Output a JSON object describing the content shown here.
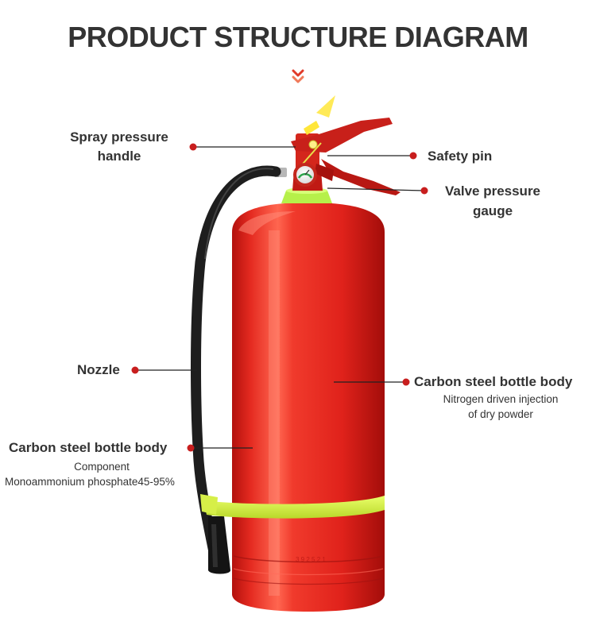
{
  "title": "PRODUCT STRUCTURE DIAGRAM",
  "colors": {
    "title": "#333333",
    "accent": "#e03a2a",
    "body": "#e8251c",
    "band": "#d9f34a",
    "hose": "#1e1e1e"
  },
  "labels": {
    "spray_handle": [
      "Spray pressure",
      "handle"
    ],
    "safety_pin": "Safety pin",
    "valve_gauge": [
      "Valve pressure",
      "gauge"
    ],
    "nozzle": "Nozzle",
    "body_right": {
      "title": "Carbon steel bottle body",
      "desc": [
        "Nitrogen driven injection",
        "of dry powder"
      ]
    },
    "body_left": {
      "title": "Carbon steel bottle body",
      "desc": [
        "Component",
        "Monoammonium phosphate45-95%"
      ]
    }
  }
}
